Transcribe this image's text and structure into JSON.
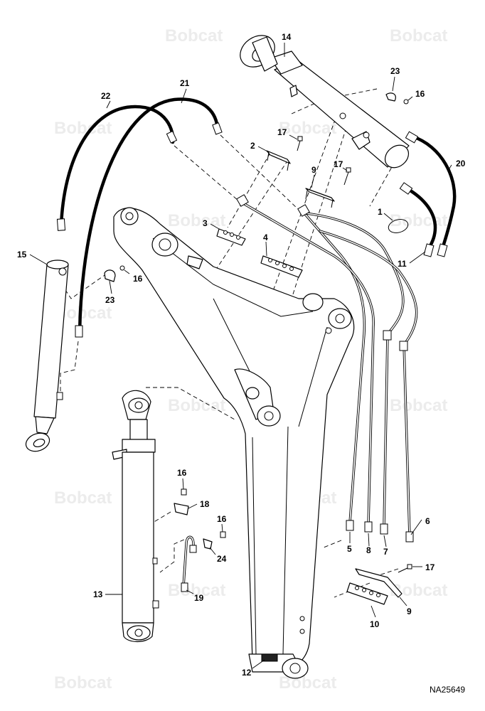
{
  "watermark": "Bobcat",
  "document_id": "NA25649",
  "colors": {
    "line": "#000000",
    "watermark": "#ececec",
    "background": "#ffffff"
  },
  "callouts": {
    "c1": "1",
    "c2": "2",
    "c3": "3",
    "c4": "4",
    "c5": "5",
    "c6": "6",
    "c7": "7",
    "c8": "8",
    "c9a": "9",
    "c9b": "9",
    "c10": "10",
    "c11": "11",
    "c12": "12",
    "c13": "13",
    "c14": "14",
    "c15": "15",
    "c16a": "16",
    "c16b": "16",
    "c16c": "16",
    "c16d": "16",
    "c17a": "17",
    "c17b": "17",
    "c17c": "17",
    "c18": "18",
    "c19": "19",
    "c20": "20",
    "c21": "21",
    "c22": "22",
    "c23a": "23",
    "c23b": "23",
    "c24": "24"
  }
}
